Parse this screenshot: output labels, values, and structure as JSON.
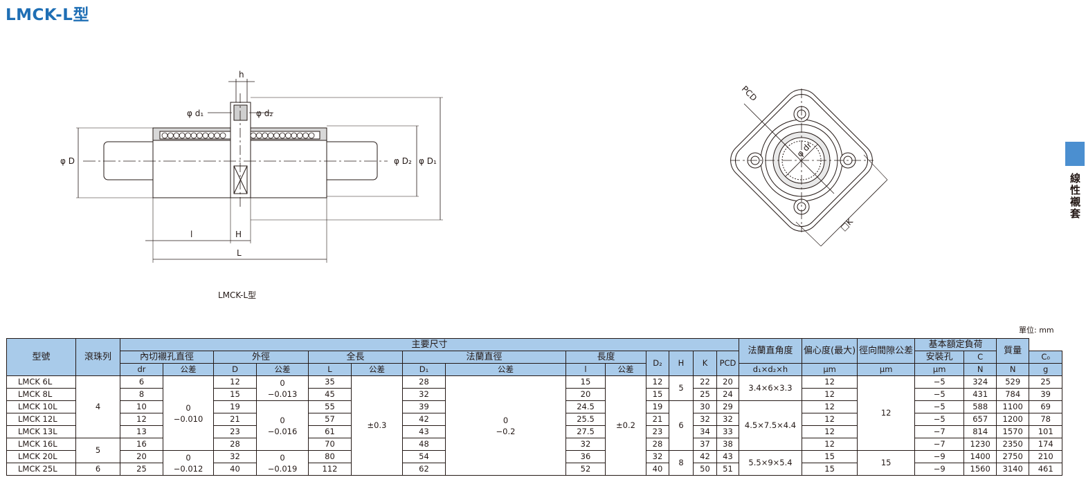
{
  "title": "LMCK-L型",
  "figure_caption": "LMCK-L型",
  "unit_note": "單位: mm",
  "side_tab_text": "線性襯套",
  "accent_color": "#1f6fb5",
  "header_color": "#a9cbea",
  "diagram_labels": {
    "h": "h",
    "d1": "φ d₁",
    "d2": "φ d₂",
    "D": "φ D",
    "D2": "φ D₂",
    "D1": "φ D₁",
    "l": "l",
    "H": "H",
    "L": "L",
    "PCD": "PCD",
    "dr": "φ dr",
    "K": "□K"
  },
  "table": {
    "h_model": "型號",
    "h_rows": "滾珠列",
    "h_main": "主要尺寸",
    "h_bore": "內切襯孔直徑",
    "h_od": "外徑",
    "h_len": "全長",
    "h_flange": "法蘭直徑",
    "h_length": "長度",
    "h_mount": "安裝孔",
    "h_perp": "法蘭直角度",
    "h_ecc": "偏心度(最大)",
    "h_rad": "徑向間隙公差",
    "h_load": "基本額定負荷",
    "h_mass": "質量",
    "s_dr": "dr",
    "s_tol": "公差",
    "s_D": "D",
    "s_L": "L",
    "s_D1": "D₁",
    "s_l": "l",
    "s_D2": "D₂",
    "s_H": "H",
    "s_K": "K",
    "s_PCD": "PCD",
    "s_mount": "d₁×d₂×h",
    "s_um": "μm",
    "s_C": "C",
    "s_C0": "C₀",
    "s_N": "N",
    "s_g": "g",
    "ball_4": "4",
    "ball_5": "5",
    "ball_6": "6",
    "tol_dr_a": "0",
    "tol_dr_b": "−0.010",
    "tol_dr_c": "0",
    "tol_dr_d": "−0.012",
    "tol_D_0": "0",
    "tol_D_1": "−0.013",
    "tol_D_2": "0",
    "tol_D_3": "−0.016",
    "tol_D_4": "0",
    "tol_D_5": "−0.019",
    "tol_L": "±0.3",
    "tol_D1_a": "0",
    "tol_D1_b": "−0.2",
    "tol_l": "±0.2",
    "H_5": "5",
    "H_6": "6",
    "H_8": "8",
    "mount_a": "3.4×6×3.3",
    "mount_b": "4.5×7.5×4.4",
    "mount_c": "5.5×9×5.4",
    "ecc_12": "12",
    "ecc_15": "15",
    "rows": [
      {
        "model": "LMCK 6L",
        "dr": "6",
        "D": "12",
        "L": "35",
        "D1": "28",
        "l": "15",
        "D2": "12",
        "K": "22",
        "PCD": "20",
        "perp": "12",
        "rad": "−5",
        "C": "324",
        "C0": "529",
        "mass": "25"
      },
      {
        "model": "LMCK 8L",
        "dr": "8",
        "D": "15",
        "L": "45",
        "D1": "32",
        "l": "20",
        "D2": "15",
        "K": "25",
        "PCD": "24",
        "perp": "12",
        "rad": "−5",
        "C": "431",
        "C0": "784",
        "mass": "39"
      },
      {
        "model": "LMCK 10L",
        "dr": "10",
        "D": "19",
        "L": "55",
        "D1": "39",
        "l": "24.5",
        "D2": "19",
        "K": "30",
        "PCD": "29",
        "perp": "12",
        "rad": "−5",
        "C": "588",
        "C0": "1100",
        "mass": "69"
      },
      {
        "model": "LMCK 12L",
        "dr": "12",
        "D": "21",
        "L": "57",
        "D1": "42",
        "l": "25.5",
        "D2": "21",
        "K": "32",
        "PCD": "32",
        "perp": "12",
        "rad": "−5",
        "C": "657",
        "C0": "1200",
        "mass": "78"
      },
      {
        "model": "LMCK 13L",
        "dr": "13",
        "D": "23",
        "L": "61",
        "D1": "43",
        "l": "27.5",
        "D2": "23",
        "K": "34",
        "PCD": "33",
        "perp": "12",
        "rad": "−7",
        "C": "814",
        "C0": "1570",
        "mass": "101"
      },
      {
        "model": "LMCK 16L",
        "dr": "16",
        "D": "28",
        "L": "70",
        "D1": "48",
        "l": "32",
        "D2": "28",
        "K": "37",
        "PCD": "38",
        "perp": "12",
        "rad": "−7",
        "C": "1230",
        "C0": "2350",
        "mass": "174"
      },
      {
        "model": "LMCK 20L",
        "dr": "20",
        "D": "32",
        "L": "80",
        "D1": "54",
        "l": "36",
        "D2": "32",
        "K": "42",
        "PCD": "43",
        "perp": "15",
        "rad": "−9",
        "C": "1400",
        "C0": "2750",
        "mass": "210"
      },
      {
        "model": "LMCK 25L",
        "dr": "25",
        "D": "40",
        "L": "112",
        "D1": "62",
        "l": "52",
        "D2": "40",
        "K": "50",
        "PCD": "51",
        "perp": "15",
        "rad": "−9",
        "C": "1560",
        "C0": "3140",
        "mass": "461"
      }
    ]
  }
}
